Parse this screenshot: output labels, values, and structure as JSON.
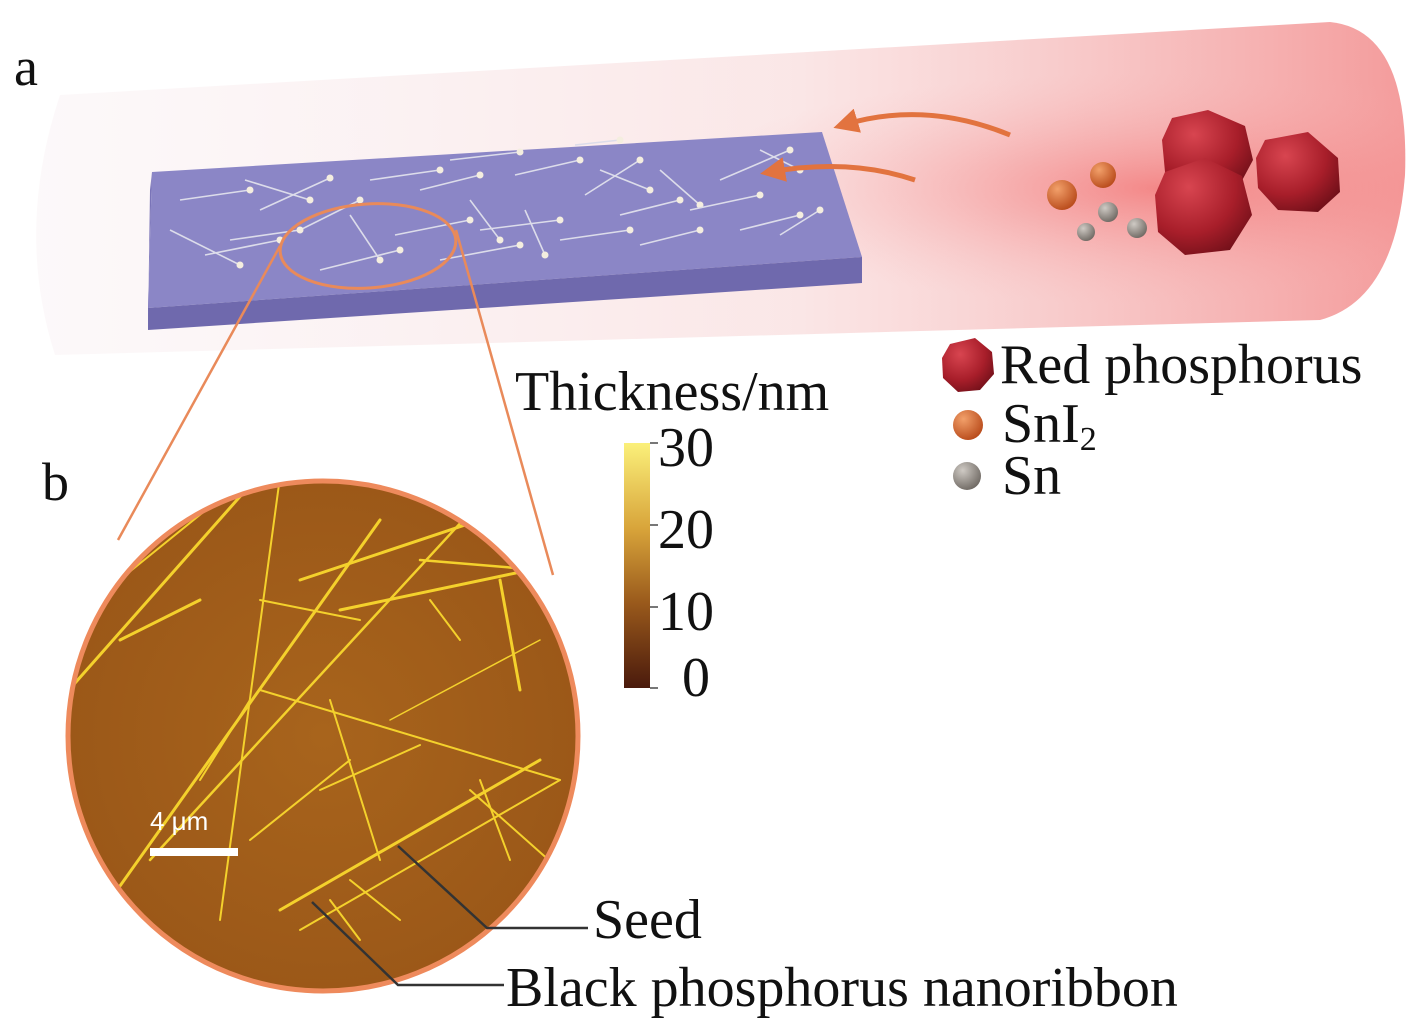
{
  "panels": {
    "a_label": "a",
    "b_label": "b"
  },
  "legend": {
    "red_phosphorus": "Red phosphorus",
    "sni2_base": "SnI",
    "sni2_sub": "2",
    "sn": "Sn",
    "colors": {
      "red_phosphorus": "#9e1c26",
      "sni2": "#d4682c",
      "sn": "#8a8580"
    }
  },
  "colorbar": {
    "title": "Thickness/nm",
    "ticks": [
      "30",
      "20",
      "10",
      "0"
    ],
    "colors": {
      "top": "#fbf07a",
      "mid": "#b77718",
      "bottom": "#4a1a0c"
    }
  },
  "afm": {
    "scalebar_label": "4 μm",
    "background": "#a8641c",
    "ribbon_color": "#f4d12c"
  },
  "callouts": {
    "seed": "Seed",
    "nanoribbon": "Black phosphorus nanoribbon"
  },
  "substrate": {
    "color": "#8b86c6"
  },
  "arrow_color": "#e2733f"
}
